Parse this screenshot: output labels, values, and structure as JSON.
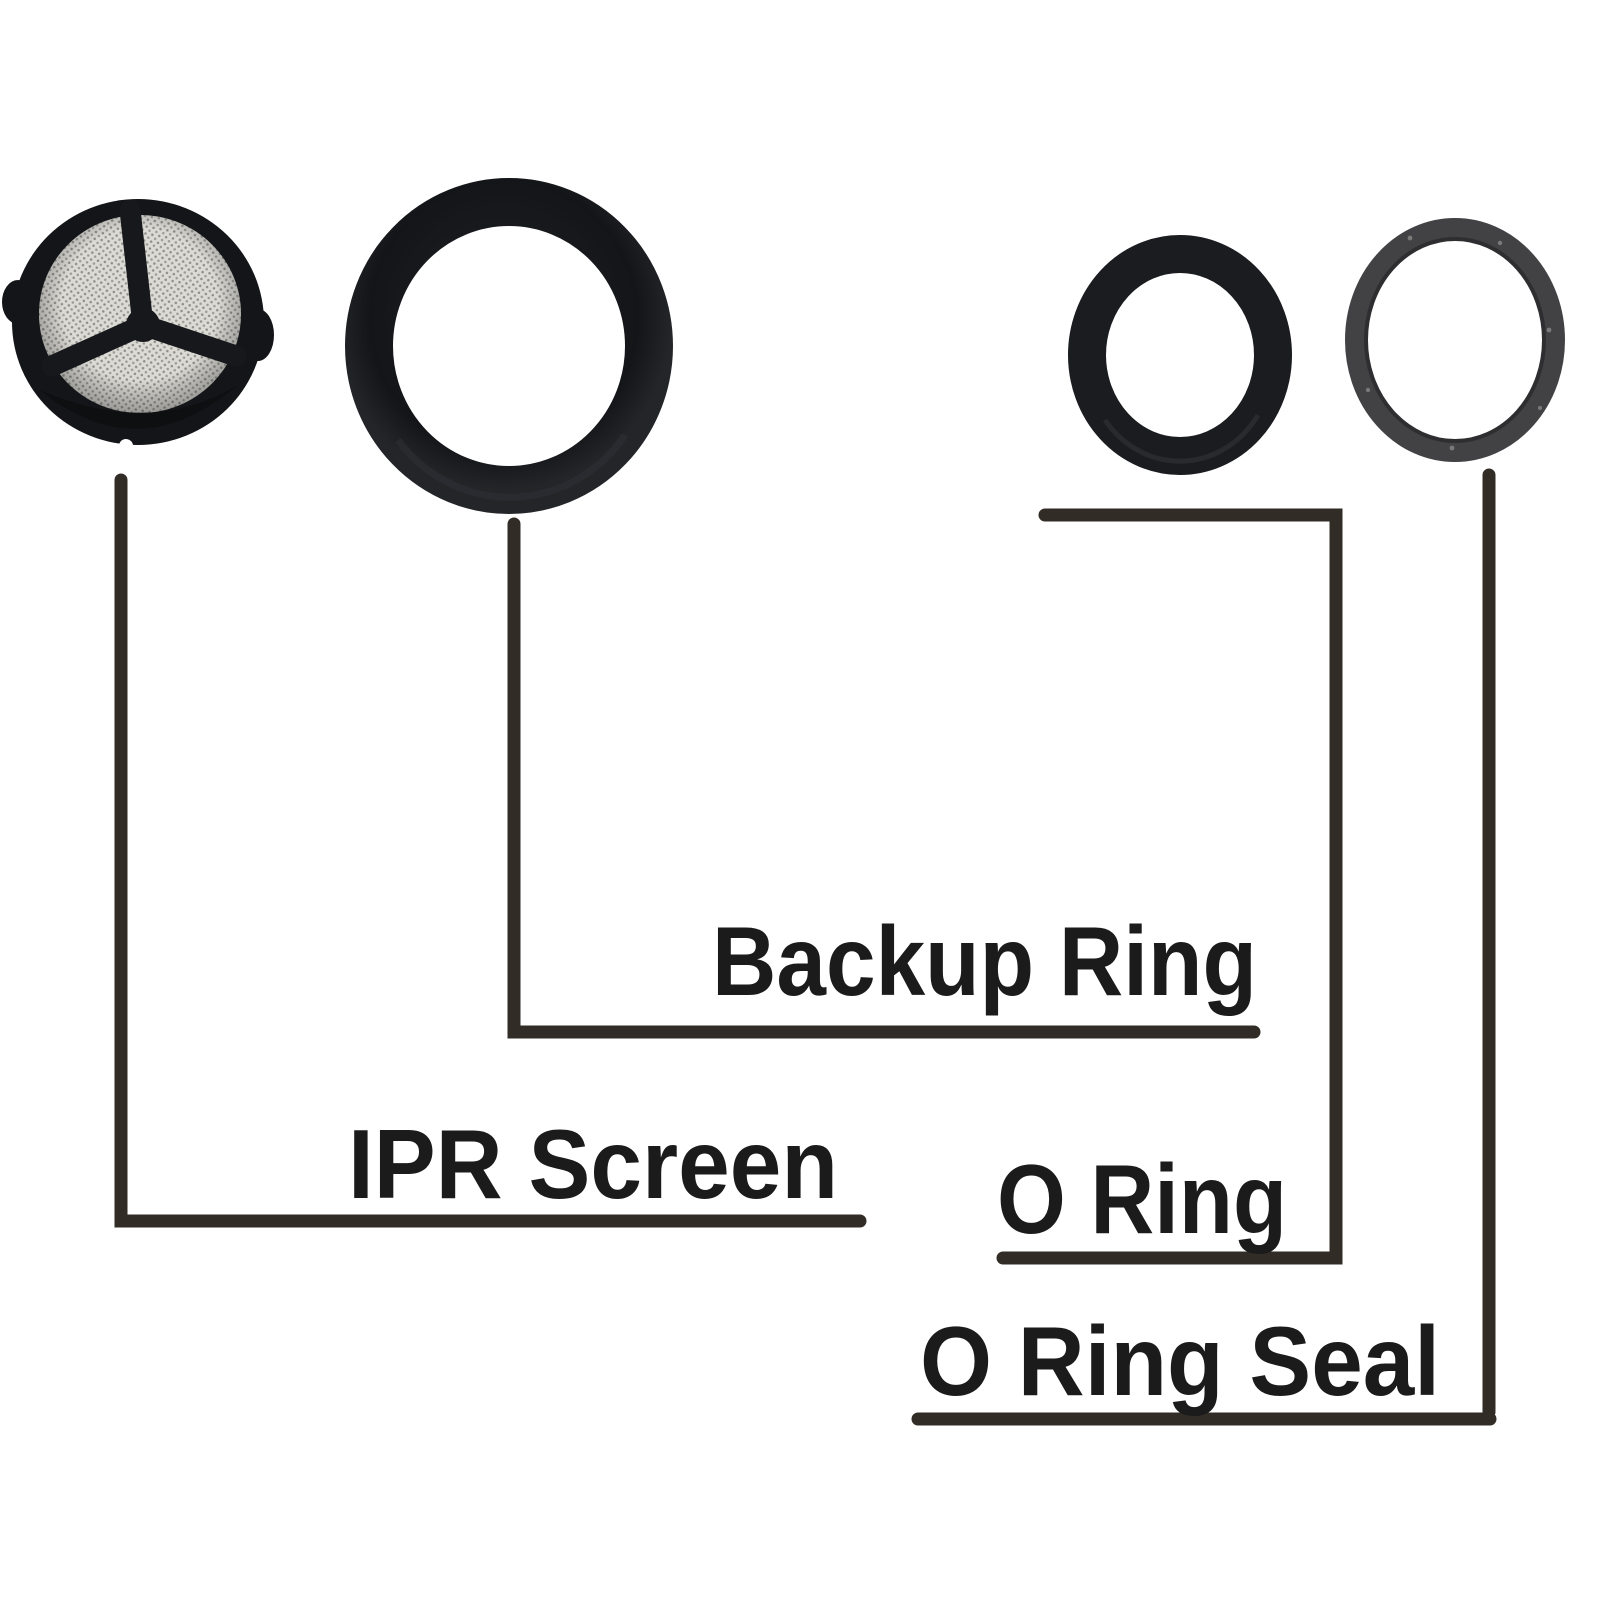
{
  "diagram": {
    "type": "parts-callout-diagram",
    "background_color": "#ffffff",
    "callout_line_color": "#322c27",
    "label_text_color": "#1b1b1b",
    "labels": {
      "backup_ring": "Backup Ring",
      "ipr_screen": "IPR Screen",
      "o_ring": "O Ring",
      "o_ring_seal": "O Ring Seal"
    },
    "parts": [
      {
        "name": "ipr-screen",
        "label": "IPR Screen",
        "appearance": "black rimmed disc with light gray wire mesh and Y-shaped spokes",
        "rim_color": "#141518",
        "mesh_color": "#dbdad5"
      },
      {
        "name": "backup-ring",
        "label": "Backup Ring",
        "appearance": "large thick black o-ring",
        "color": "#141518"
      },
      {
        "name": "o-ring",
        "label": "O Ring",
        "appearance": "medium thick black o-ring",
        "color": "#1b1c1f"
      },
      {
        "name": "o-ring-seal",
        "label": "O Ring Seal",
        "appearance": "thin flat charcoal gray seal ring",
        "color": "#424245"
      }
    ]
  }
}
